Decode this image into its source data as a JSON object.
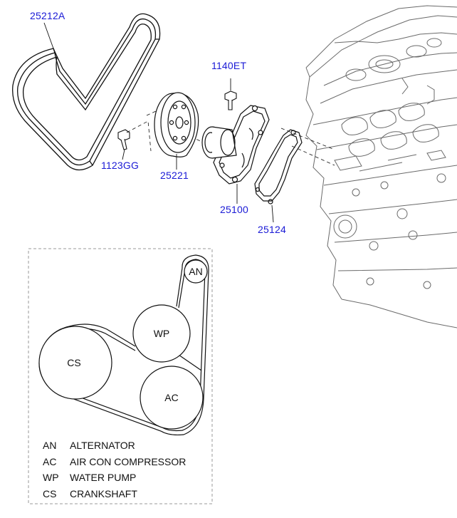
{
  "parts": [
    {
      "id": "drive-belt",
      "number": "25212A"
    },
    {
      "id": "bolt-top",
      "number": "1140ET"
    },
    {
      "id": "bolt-pulley",
      "number": "1123GG"
    },
    {
      "id": "water-pump-pulley",
      "number": "25221"
    },
    {
      "id": "water-pump",
      "number": "25100"
    },
    {
      "id": "gasket",
      "number": "25124"
    }
  ],
  "belt_routing": {
    "pulleys": [
      {
        "code": "AN",
        "name": "ALTERNATOR"
      },
      {
        "code": "AC",
        "name": "AIR CON COMPRESSOR"
      },
      {
        "code": "WP",
        "name": "WATER PUMP"
      },
      {
        "code": "CS",
        "name": "CRANKSHAFT"
      }
    ]
  },
  "colors": {
    "part_number": "#1a1ad6",
    "linework": "#111111",
    "engine_lines": "#6a6a6a",
    "dashed_box": "#9a9a9a"
  }
}
